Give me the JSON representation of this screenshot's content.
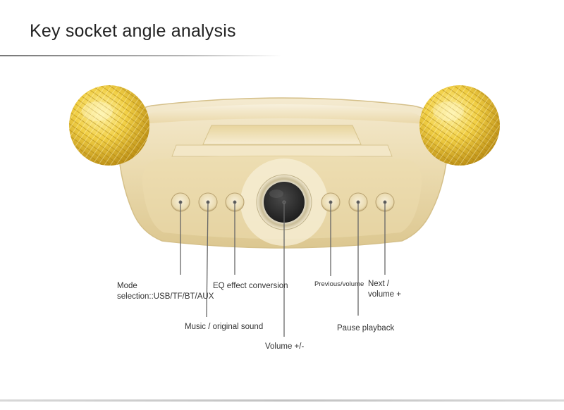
{
  "header": {
    "title": "Key socket angle analysis"
  },
  "labels": {
    "mode": "Mode selection::USB/TF/BT/AUX",
    "music": "Music / original sound",
    "eq": "EQ effect conversion",
    "volume": "Volume +/-",
    "previous": "Previous/volume",
    "pause": "Pause playback",
    "next": "Next / volume +"
  },
  "colors": {
    "body_gold": "#e9d7a6",
    "mic_gold": "#e6c23a",
    "knob_dark": "#2a2a2a"
  }
}
